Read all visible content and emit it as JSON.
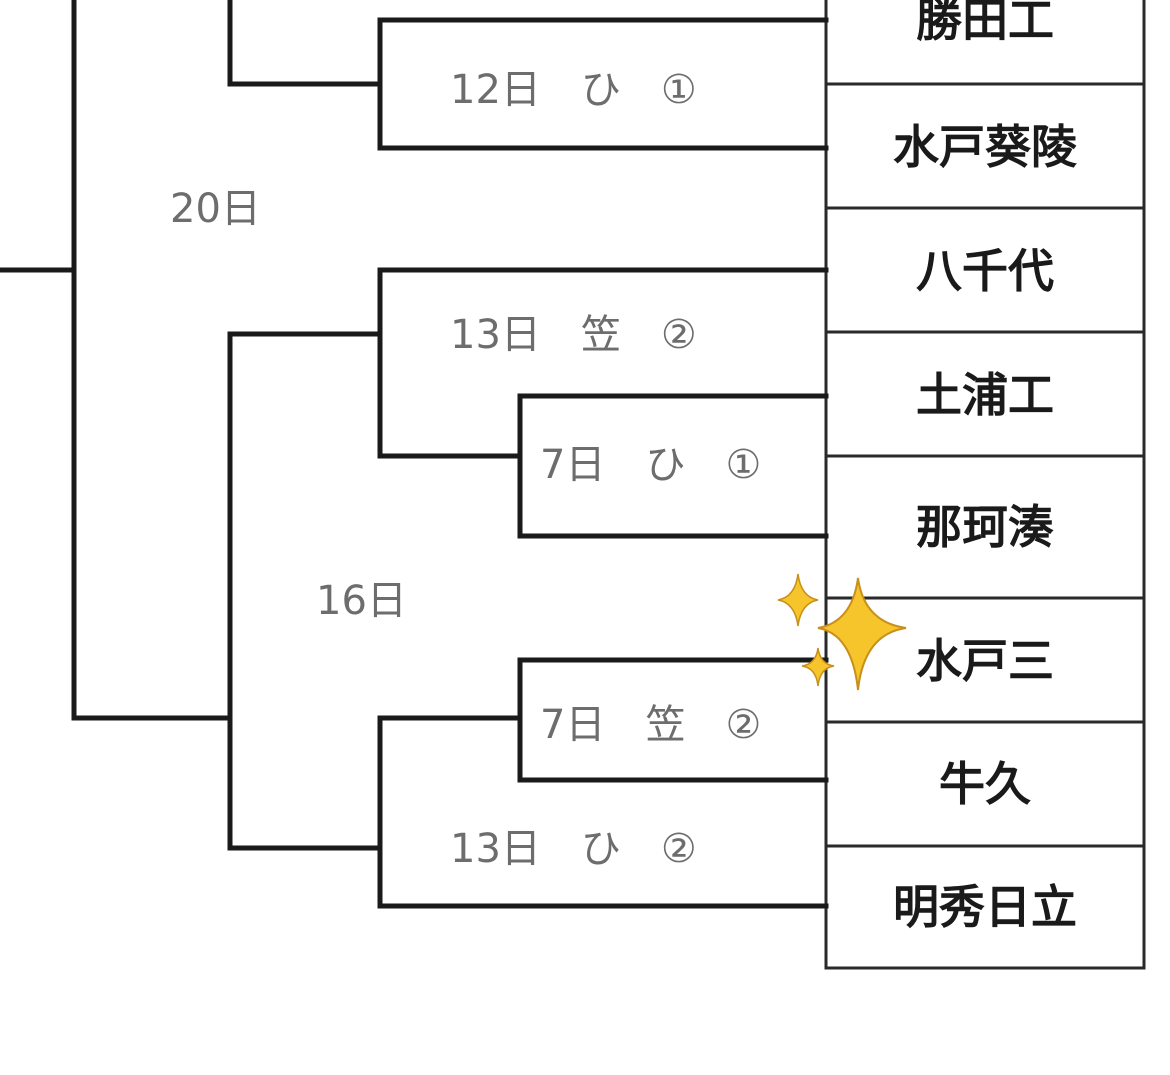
{
  "teams": [
    "勝田工",
    "水戸葵陵",
    "八千代",
    "土浦工",
    "那珂湊",
    "水戸三",
    "牛久",
    "明秀日立"
  ],
  "matches": {
    "m1": "12日　ひ　①",
    "m2": "13日　笠　②",
    "m3": "7日　ひ　①",
    "m4": "7日　笠　②",
    "m5": "13日　ひ　②",
    "r20": "20日",
    "r16": "16日"
  },
  "decoration": {
    "sparkle_icon": "sparkle-icon",
    "sparkle_color": "#f5c52b"
  }
}
